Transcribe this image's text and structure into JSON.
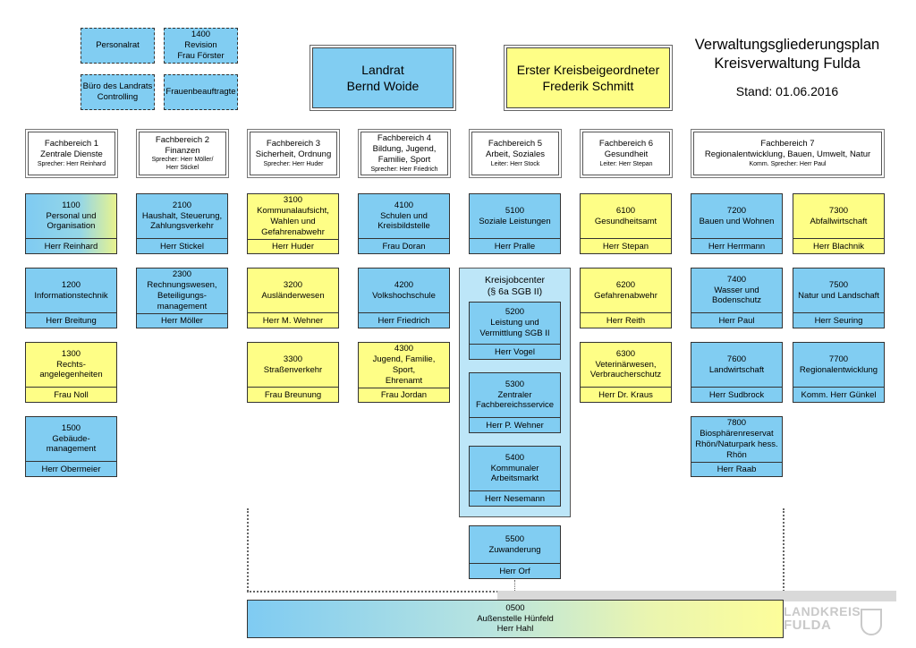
{
  "title": "Verwaltungsgliederungsplan\nKreisverwaltung Fulda",
  "stand": "Stand: 01.06.2016",
  "leaders": {
    "landrat": "Landrat\nBernd Woide",
    "beigeordneter": "Erster Kreisbeigeordneter\nFrederik Schmitt"
  },
  "staff": {
    "personalrat": "Personalrat",
    "revision": "1400\nRevision\nFrau Förster",
    "buero": "Büro des Landrats\nControlling",
    "frauen": "Frauenbeauftragte"
  },
  "fachbereiche": [
    {
      "title": "Fachbereich 1\nZentrale Dienste",
      "sub": "Sprecher: Herr Reinhard"
    },
    {
      "title": "Fachbereich 2\nFinanzen",
      "sub": "Sprecher: Herr Möller/\nHerr Stickel"
    },
    {
      "title": "Fachbereich 3\nSicherheit, Ordnung",
      "sub": "Sprecher: Herr Huder"
    },
    {
      "title": "Fachbereich 4\nBildung, Jugend,\nFamilie, Sport",
      "sub": "Sprecher: Herr Friedrich"
    },
    {
      "title": "Fachbereich 5\nArbeit, Soziales",
      "sub": "Leiter: Herr Stock"
    },
    {
      "title": "Fachbereich 6\nGesundheit",
      "sub": "Leiter: Herr Stepan"
    },
    {
      "title": "Fachbereich 7\nRegionalentwicklung, Bauen, Umwelt, Natur",
      "sub": "Komm. Sprecher: Herr Paul"
    }
  ],
  "units": {
    "u1100": {
      "name": "1100\nPersonal und\nOrganisation",
      "person": "Herr Reinhard"
    },
    "u1200": {
      "name": "1200\nInformationstechnik",
      "person": "Herr Breitung"
    },
    "u1300": {
      "name": "1300\nRechts-\nangelegenheiten",
      "person": "Frau Noll"
    },
    "u1500": {
      "name": "1500\nGebäude-\nmanagement",
      "person": "Herr Obermeier"
    },
    "u2100": {
      "name": "2100\nHaushalt, Steuerung,\nZahlungsverkehr",
      "person": "Herr Stickel"
    },
    "u2300": {
      "name": "2300\nRechnungswesen,\nBeteiligungs-\nmanagement",
      "person": "Herr Möller"
    },
    "u3100": {
      "name": "3100\nKommunalaufsicht,\nWahlen und\nGefahrenabwehr",
      "person": "Herr Huder"
    },
    "u3200": {
      "name": "3200\nAusländerwesen",
      "person": "Herr M. Wehner"
    },
    "u3300": {
      "name": "3300\nStraßenverkehr",
      "person": "Frau Breunung"
    },
    "u4100": {
      "name": "4100\nSchulen und\nKreisbildstelle",
      "person": "Frau Doran"
    },
    "u4200": {
      "name": "4200\nVolkshochschule",
      "person": "Herr Friedrich"
    },
    "u4300": {
      "name": "4300\nJugend, Familie, Sport,\nEhrenamt",
      "person": "Frau Jordan"
    },
    "u5100": {
      "name": "5100\nSoziale Leistungen",
      "person": "Herr Pralle"
    },
    "u5200": {
      "name": "5200\nLeistung und\nVermittlung SGB II",
      "person": "Herr Vogel"
    },
    "u5300": {
      "name": "5300\nZentraler\nFachbereichsservice",
      "person": "Herr P. Wehner"
    },
    "u5400": {
      "name": "5400\nKommunaler\nArbeitsmarkt",
      "person": "Herr Nesemann"
    },
    "u5500": {
      "name": "5500\nZuwanderung",
      "person": "Herr Orf"
    },
    "u6100": {
      "name": "6100\nGesundheitsamt",
      "person": "Herr Stepan"
    },
    "u6200": {
      "name": "6200\nGefahrenabwehr",
      "person": "Herr Reith"
    },
    "u6300": {
      "name": "6300\nVeterinärwesen,\nVerbraucherschutz",
      "person": "Herr Dr. Kraus"
    },
    "u7200": {
      "name": "7200\nBauen und Wohnen",
      "person": "Herr Herrmann"
    },
    "u7300": {
      "name": "7300\nAbfallwirtschaft",
      "person": "Herr Blachnik"
    },
    "u7400": {
      "name": "7400\nWasser und\nBodenschutz",
      "person": "Herr Paul"
    },
    "u7500": {
      "name": "7500\nNatur und Landschaft",
      "person": "Herr Seuring"
    },
    "u7600": {
      "name": "7600\nLandwirtschaft",
      "person": "Herr Sudbrock"
    },
    "u7700": {
      "name": "7700\nRegionalentwicklung",
      "person": "Komm. Herr Günkel"
    },
    "u7800": {
      "name": "7800\nBiosphärenreservat\nRhön/Naturpark hess.\nRhön",
      "person": "Herr Raab"
    }
  },
  "jobcenter": "Kreisjobcenter\n(§ 6a SGB II)",
  "aussenstelle": "0500\nAußenstelle Hünfeld\nHerr Hahl",
  "watermark": {
    "line1": "LANDKREIS",
    "line2": "FULDA"
  },
  "colors": {
    "blue": "#81cdf2",
    "yellow": "#fefe86",
    "jobcenter_bg": "#bde6f8"
  }
}
